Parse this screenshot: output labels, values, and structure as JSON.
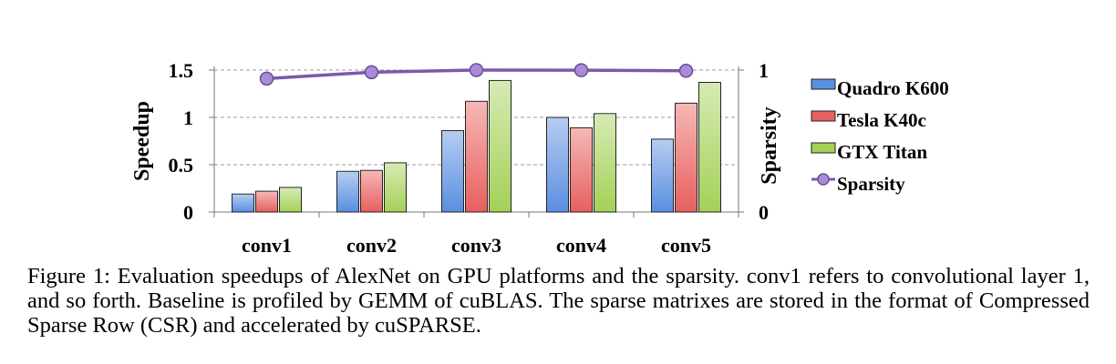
{
  "chart_data": {
    "type": "bar",
    "categories": [
      "conv1",
      "conv2",
      "conv3",
      "conv4",
      "conv5"
    ],
    "series": [
      {
        "name": "Quadro K600",
        "values": [
          0.19,
          0.43,
          0.86,
          1.0,
          0.77
        ],
        "color": "#5b8fe0"
      },
      {
        "name": "Tesla K40c",
        "values": [
          0.22,
          0.44,
          1.17,
          0.89,
          1.15
        ],
        "color": "#e8605e"
      },
      {
        "name": "GTX Titan",
        "values": [
          0.26,
          0.52,
          1.39,
          1.04,
          1.37
        ],
        "color": "#a4d158"
      }
    ],
    "line_series": {
      "name": "Sparsity",
      "values": [
        0.94,
        0.985,
        1.0,
        0.999,
        0.995
      ],
      "color": "#7a5aa8",
      "marker_color": "#a98bd6"
    },
    "ylabel": "Speedup",
    "y2label": "Sparsity",
    "ylim": [
      0,
      1.5
    ],
    "y2lim": [
      0,
      1
    ],
    "yticks": [
      "0",
      "0.5",
      "1",
      "1.5"
    ],
    "y2ticks": [
      "0",
      "1"
    ],
    "grid": "dashed horizontal",
    "legend_position": "right"
  },
  "caption": "Figure 1: Evaluation speedups of AlexNet on GPU platforms and the sparsity. conv1 refers to convolutional layer 1, and so forth. Baseline is profiled by GEMM of cuBLAS. The sparse matrixes are stored in the format of Compressed Sparse Row (CSR) and accelerated by cuSPARSE."
}
